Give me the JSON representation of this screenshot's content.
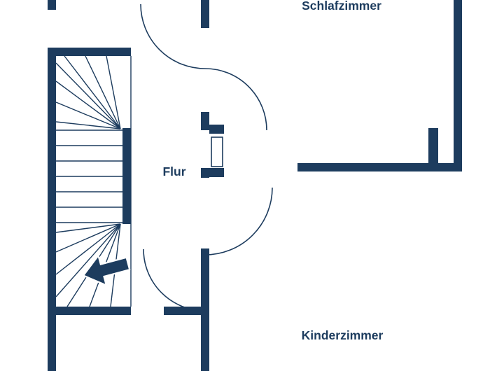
{
  "floorplan": {
    "type": "floor-plan",
    "rooms": [
      {
        "id": "schlafzimmer",
        "label": "Schlafzimmer"
      },
      {
        "id": "flur",
        "label": "Flur"
      },
      {
        "id": "kinderzimmer",
        "label": "Kinderzimmer"
      }
    ],
    "colors": {
      "wall": "#1d3c5e",
      "background": "#ffffff",
      "label": "#1d3c5e"
    },
    "icons": {
      "stair_direction_arrow": "left-arrow"
    }
  }
}
